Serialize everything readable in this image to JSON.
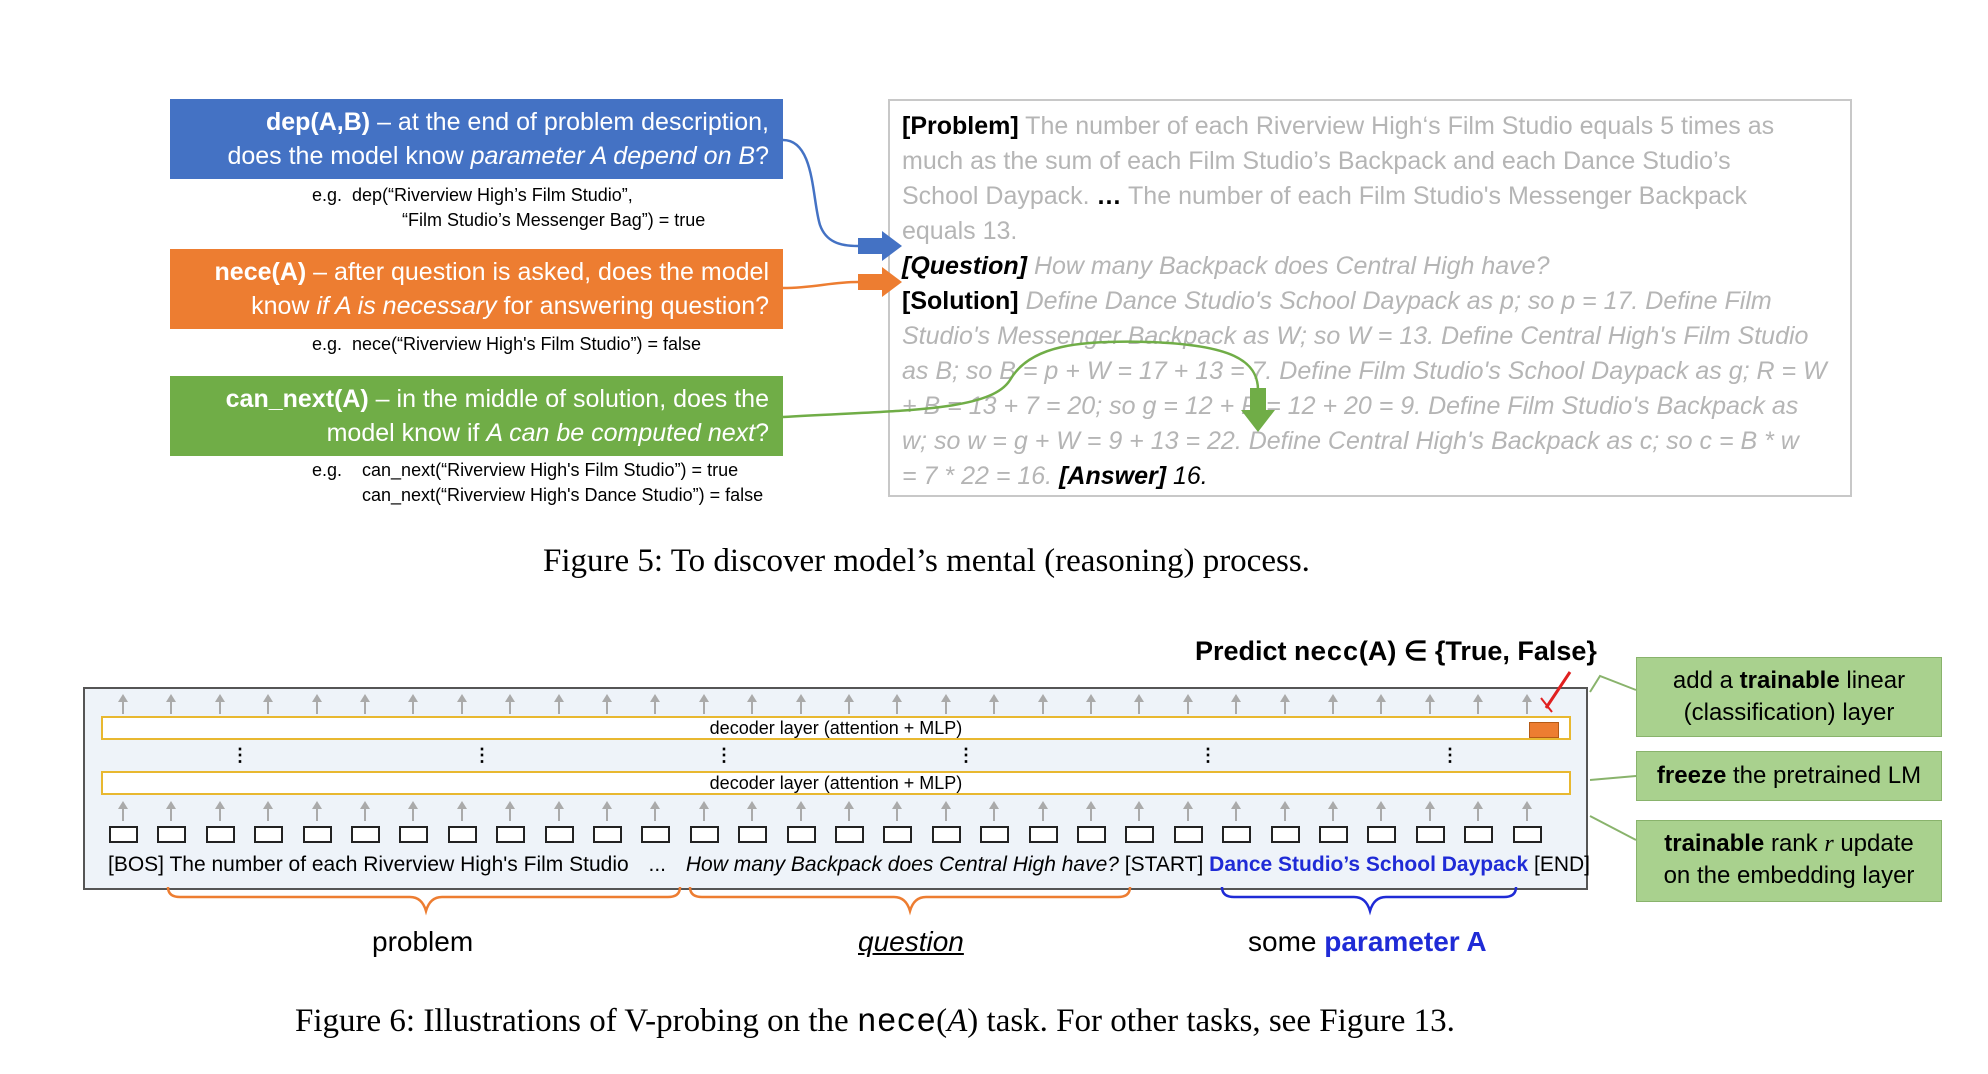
{
  "figure5": {
    "dep": {
      "title": "dep(A,B)",
      "line1_rest": " – at the end of problem description,",
      "line2_pre": "does the model know ",
      "line2_em": "parameter A depend on B",
      "line2_post": "?",
      "example_l1": "e.g.  dep(“Riverview High’s Film Studio”,",
      "example_l2": "“Film Studio’s Messenger Bag”) = true",
      "color": "#4472c4"
    },
    "nece": {
      "title": "nece(A)",
      "line1_rest": " –  after question is asked, does the model",
      "line2_pre": "know ",
      "line2_em": "if A is necessary",
      "line2_post": " for answering question?",
      "example_l1": "e.g.  nece(“Riverview High's Film Studio”) = false",
      "color": "#ed7d31"
    },
    "can_next": {
      "title": "can_next(A)",
      "line1_rest": " – in the middle of solution, does the",
      "line2_pre": "model know if ",
      "line2_em": "A can be computed next",
      "line2_post": "?",
      "example_l1": "e.g.    can_next(“Riverview High's Film Studio”) = true",
      "example_l2": "can_next(“Riverview High's Dance Studio”) = false",
      "color": "#70ad47"
    },
    "text": {
      "problem_tag": "[Problem]",
      "p1": " The number of each Riverview High‘s Film Studio equals 5 times as",
      "p2": "much as the sum of each Film Studio’s Backpack and each Dance Studio’s",
      "p3a": "School Daypack. ",
      "p3b": "…",
      "p3c": " The number of each Film Studio's Messenger Backpack",
      "p4": "equals 13.",
      "question_tag": "[Question]",
      "question": " How many Backpack does Central High have?",
      "solution_tag": "[Solution]",
      "s1": " Define Dance Studio's School Daypack as p; so p = 17. Define Film",
      "s2": "Studio's Messenger Backpack as W; so W = 13. Define Central High's Film Studio",
      "s3": "as B; so B = p + W = 17 + 13 = 7. Define Film Studio's School Daypack as g; R = W",
      "s4": "+ B = 13 + 7 = 20; so g = 12 + R = 12 + 20 = 9. Define Film Studio's Backpack as",
      "s5": "w; so w = g + W = 9 + 13 = 22. Define Central High's Backpack as c; so c = B * w",
      "s6": "= 7 * 22 = 16. ",
      "answer_tag": "[Answer]",
      "answer": " 16."
    },
    "caption": "Figure 5:  To discover model’s mental (reasoning) process."
  },
  "figure6": {
    "predict_pre": "Predict ",
    "predict_mono": "necc",
    "predict_post": "(A) ∈ {True, False}",
    "decoder_label": "decoder layer (attention + MLP)",
    "vdots": "⋮",
    "tokens": {
      "bos": "[BOS] The number of each Riverview High's Film Studio",
      "ellipsis": "...",
      "question": "How many Backpack does Central High have?",
      "start": " [START] ",
      "param": "Dance Studio’s School Daypack",
      "end": " [END]"
    },
    "labels": {
      "problem": "problem",
      "question": "question",
      "some": "some ",
      "param": "parameter A"
    },
    "notes": {
      "n1_pre": "add a ",
      "n1_bold": "trainable",
      "n1_post": " linear",
      "n1_l2": "(classification) layer",
      "n2_bold": "freeze",
      "n2_post": " the pretrained LM",
      "n3_bold": "trainable",
      "n3_mid": " rank ",
      "n3_r": "r",
      "n3_post": " update",
      "n3_l2": "on the embedding layer"
    },
    "caption_pre": "Figure 6:  Illustrations of V-probing on the ",
    "caption_mono": "nece",
    "caption_mid": "(",
    "caption_A": "A",
    "caption_post": ") task.  For other tasks, see Figure 13."
  }
}
